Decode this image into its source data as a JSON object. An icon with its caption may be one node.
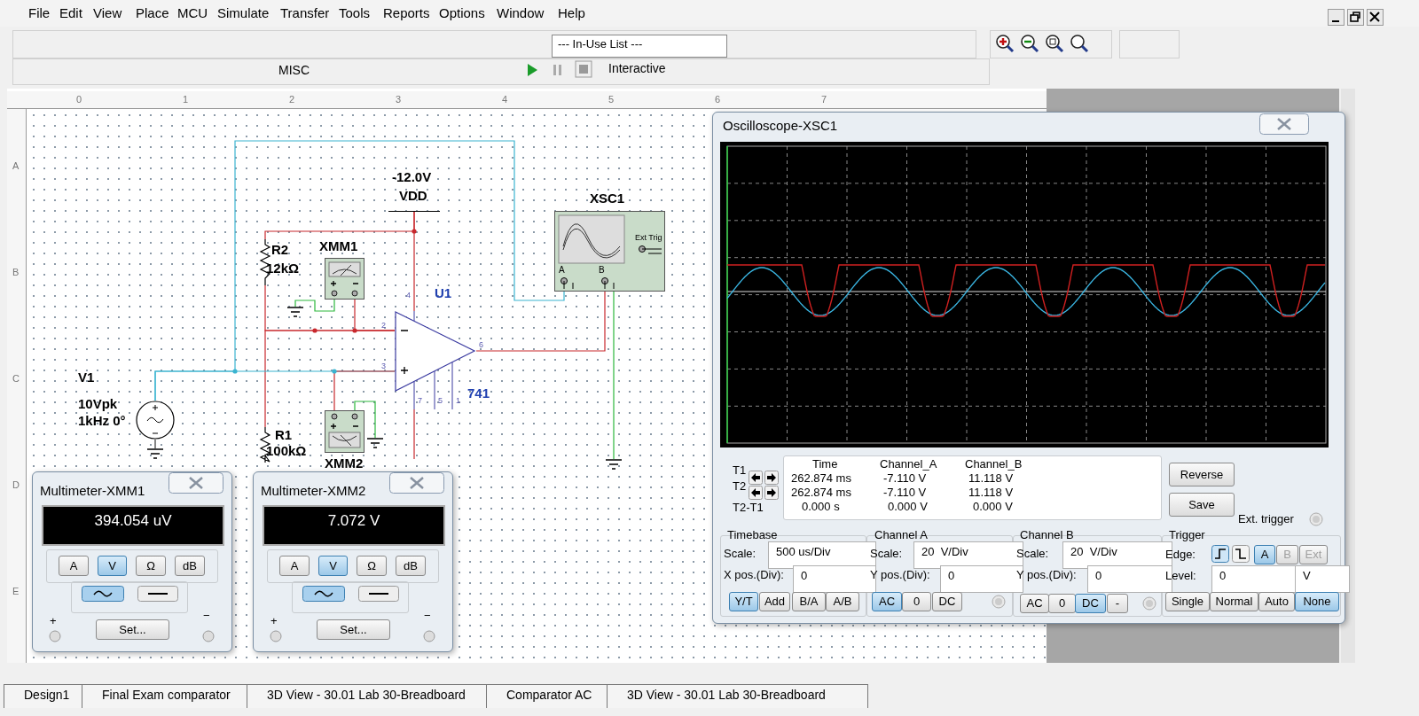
{
  "diagram": {
    "nodes": [
      {
        "text": [
          "-12.0V",
          "VDD"
        ]
      },
      {
        "text": [],
        "shape": "resistor",
        "beside": [
          "R2",
          "12kΩ"
        ]
      },
      {
        "text": [],
        "shape": "meter",
        "beside": [
          "XMM1"
        ]
      },
      {
        "text": [
          "Ext Trig",
          "A",
          "B"
        ],
        "beside": [
          "XSC1"
        ]
      },
      {
        "text": [],
        "shape": "triangle",
        "beside": [
          "U1",
          "741",
          "4",
          "2",
          "3",
          "6",
          "7",
          "5",
          "1"
        ]
      },
      {
        "text": [],
        "shape": "circle",
        "beside": [
          "V1",
          "10Vpk 1kHz 0°"
        ]
      },
      {
        "text": [],
        "shape": "resistor",
        "beside": [
          "R1",
          "100kΩ"
        ]
      },
      {
        "text": [],
        "shape": "meter",
        "beside": [
          "XMM2"
        ]
      },
      {
        "text": [],
        "shape": "ground"
      },
      {
        "text": [],
        "shape": "ground"
      },
      {
        "text": [],
        "shape": "ground"
      },
      {
        "text": [],
        "shape": "ground"
      }
    ],
    "edges": [
      {
        "from": 1,
        "to": 0,
        "arrow": "none"
      },
      {
        "from": 4,
        "to": 0,
        "arrow": "none"
      },
      {
        "from": 1,
        "to": 4,
        "arrow": "none"
      },
      {
        "from": 2,
        "to": 4,
        "arrow": "none"
      },
      {
        "from": 2,
        "to": 8,
        "arrow": "none",
        "color": "#2cb83c"
      },
      {
        "from": 6,
        "to": 4,
        "arrow": "none"
      },
      {
        "from": 5,
        "to": 4,
        "arrow": "none",
        "color": "#3ab4d0"
      },
      {
        "from": 5,
        "to": 3,
        "arrow": "none",
        "color": "#3ab4d0"
      },
      {
        "from": 7,
        "to": 4,
        "arrow": "none"
      },
      {
        "from": 7,
        "to": 10,
        "arrow": "none",
        "color": "#2cb83c"
      },
      {
        "from": 4,
        "to": 3,
        "arrow": "none"
      },
      {
        "from": 3,
        "to": 11,
        "arrow": "none",
        "color": "#2cb83c"
      },
      {
        "from": 5,
        "to": 9,
        "arrow": "none",
        "color": "#333333"
      },
      {
        "from": 4,
        "to": null,
        "arrow": "none"
      }
    ],
    "labels": [
      "File",
      "Edit",
      "View",
      "Place",
      "MCU",
      "Simulate",
      "Transfer",
      "Tools",
      "Reports",
      "Options",
      "Window",
      "Help",
      "--- In-Use List ---",
      "MISC",
      "Interactive",
      "0",
      "1",
      "2",
      "3",
      "4",
      "5",
      "6",
      "7",
      "A",
      "B",
      "C",
      "D",
      "E",
      "Oscilloscope-XSC1",
      "T1",
      "T2",
      "T2-T1",
      "Time",
      "Channel_A",
      "Channel_B",
      "262.874 ms",
      "-7.110 V",
      "11.118 V",
      "262.874 ms",
      "-7.110 V",
      "11.118 V",
      "0.000 s",
      "0.000 V",
      "0.000 V",
      "Reverse",
      "Save",
      "Ext. trigger",
      "Timebase",
      "Scale:",
      "500 us/Div",
      "X pos.(Div):",
      "0",
      "Y/T",
      "Add",
      "B/A",
      "A/B",
      "Channel A",
      "Scale:",
      "20  V/Div",
      "Y pos.(Div):",
      "0",
      "AC",
      "0",
      "DC",
      "Channel B",
      "Scale:",
      "20  V/Div",
      "Y pos.(Div):",
      "0",
      "AC",
      "0",
      "DC",
      "-",
      "Trigger",
      "Edge:",
      "A",
      "B",
      "Ext",
      "Level:",
      "0",
      "V",
      "Single",
      "Normal",
      "Auto",
      "None",
      "Multimeter-XMM1",
      "394.054 uV",
      "A",
      "V",
      "Ω",
      "dB",
      "Set...",
      "+",
      "−",
      "Multimeter-XMM2",
      "7.072 V",
      "A",
      "V",
      "Ω",
      "dB",
      "Set...",
      "+",
      "−",
      "Design1",
      "Final Exam comparator",
      "3D View - 30.01 Lab 30-Breadboard",
      "Comparator AC",
      "3D View - 30.01 Lab 30-Breadboard"
    ]
  }
}
